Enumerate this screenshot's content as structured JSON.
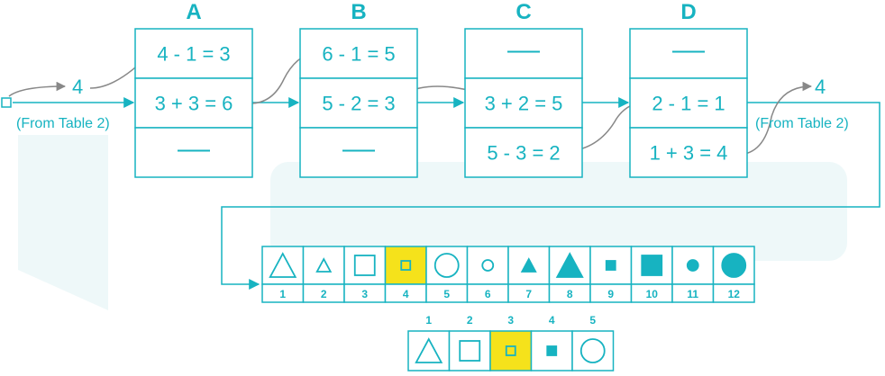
{
  "colors": {
    "accent": "#17b3c1",
    "highlight": "#f5e21b",
    "arrow_gray": "#888888",
    "watermark": "#eef8f9"
  },
  "table1": {
    "columns": [
      {
        "title": "A",
        "cells": [
          "4 - 1 = 3",
          "3 + 3 = 6",
          "—"
        ]
      },
      {
        "title": "B",
        "cells": [
          "6 - 1 = 5",
          "5 - 2 = 3",
          "—"
        ]
      },
      {
        "title": "C",
        "cells": [
          "—",
          "3 + 2 = 5",
          "5 - 3 = 2"
        ]
      },
      {
        "title": "D",
        "cells": [
          "—",
          "2 - 1 = 1",
          "1 + 3 = 4"
        ]
      }
    ]
  },
  "input": {
    "value": "4",
    "note": "(From Table 2)"
  },
  "output": {
    "value": "4",
    "note": "(From Table 2)"
  },
  "table2": {
    "cells": [
      {
        "num": "1",
        "icon": "outline-triangle-large-icon"
      },
      {
        "num": "2",
        "icon": "outline-triangle-small-icon"
      },
      {
        "num": "3",
        "icon": "outline-square-large-icon"
      },
      {
        "num": "4",
        "icon": "outline-square-small-icon",
        "highlighted": true
      },
      {
        "num": "5",
        "icon": "outline-circle-large-icon"
      },
      {
        "num": "6",
        "icon": "outline-circle-small-icon"
      },
      {
        "num": "7",
        "icon": "filled-triangle-small-icon"
      },
      {
        "num": "8",
        "icon": "filled-triangle-large-icon"
      },
      {
        "num": "9",
        "icon": "filled-square-small-icon"
      },
      {
        "num": "10",
        "icon": "filled-square-large-icon"
      },
      {
        "num": "11",
        "icon": "filled-circle-small-icon"
      },
      {
        "num": "12",
        "icon": "filled-circle-large-icon"
      }
    ]
  },
  "answer": {
    "cells": [
      {
        "num": "1",
        "icon": "outline-triangle-large-icon"
      },
      {
        "num": "2",
        "icon": "outline-square-large-icon"
      },
      {
        "num": "3",
        "icon": "outline-square-small-icon",
        "highlighted": true
      },
      {
        "num": "4",
        "icon": "filled-square-small-icon"
      },
      {
        "num": "5",
        "icon": "outline-circle-large-icon"
      }
    ]
  }
}
